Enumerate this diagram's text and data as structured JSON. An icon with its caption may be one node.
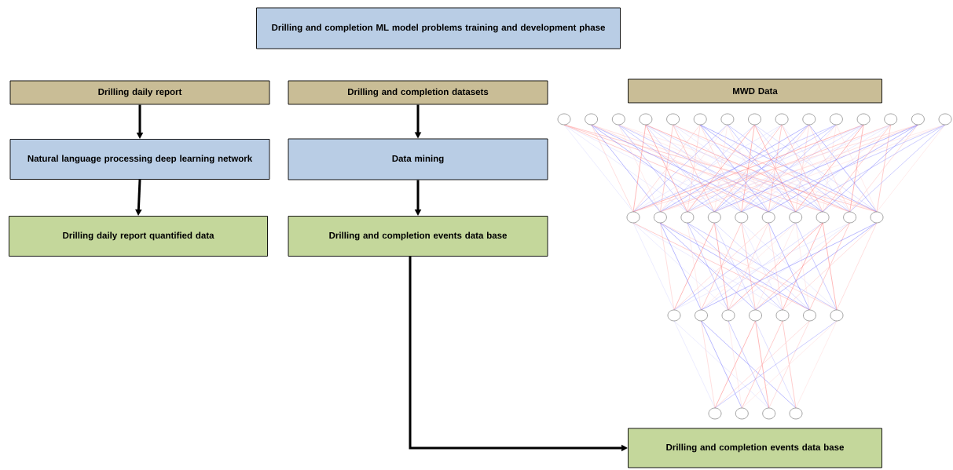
{
  "diagram": {
    "nodes": [
      {
        "text": [
          "Drilling and completion ML model problems training and development phase"
        ]
      },
      {
        "text": [
          "Drilling daily report"
        ]
      },
      {
        "text": [
          "Drilling and completion datasets"
        ]
      },
      {
        "text": [
          "MWD Data"
        ]
      },
      {
        "text": [
          "Natural language processing deep learning network"
        ]
      },
      {
        "text": [
          "Data mining"
        ]
      },
      {
        "text": [
          "Drilling daily report quantified data"
        ]
      },
      {
        "text": [
          "Drilling and completion events data base"
        ]
      },
      {
        "text": [
          "Drilling and completion events data base"
        ]
      }
    ],
    "edges": [
      {
        "from": 1,
        "to": 4,
        "arrow": "to"
      },
      {
        "from": 4,
        "to": 6,
        "arrow": "to"
      },
      {
        "from": 2,
        "to": 5,
        "arrow": "to"
      },
      {
        "from": 5,
        "to": 7,
        "arrow": "to"
      },
      {
        "from": 7,
        "to": 8,
        "arrow": "to"
      }
    ]
  }
}
